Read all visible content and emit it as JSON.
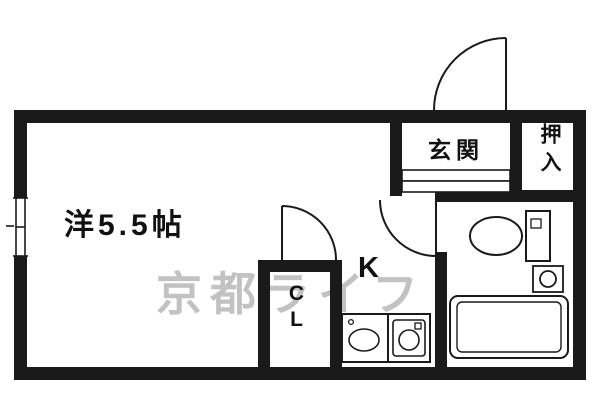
{
  "plan": {
    "title": "apartment-floorplan",
    "labels": {
      "main_room": "洋5.5帖",
      "entrance": "玄関",
      "oshiire": "押入",
      "kitchen": "K",
      "closet": "CL"
    },
    "watermark": "京都ライフ",
    "colors": {
      "wall": "#1a1a1a",
      "background": "#ffffff",
      "watermark": "#9e9e9e"
    },
    "fixtures": [
      "toilet",
      "bathtub",
      "washbasin",
      "kitchen-sink",
      "stove-burner",
      "entrance-steps",
      "window",
      "swing-doors"
    ]
  }
}
